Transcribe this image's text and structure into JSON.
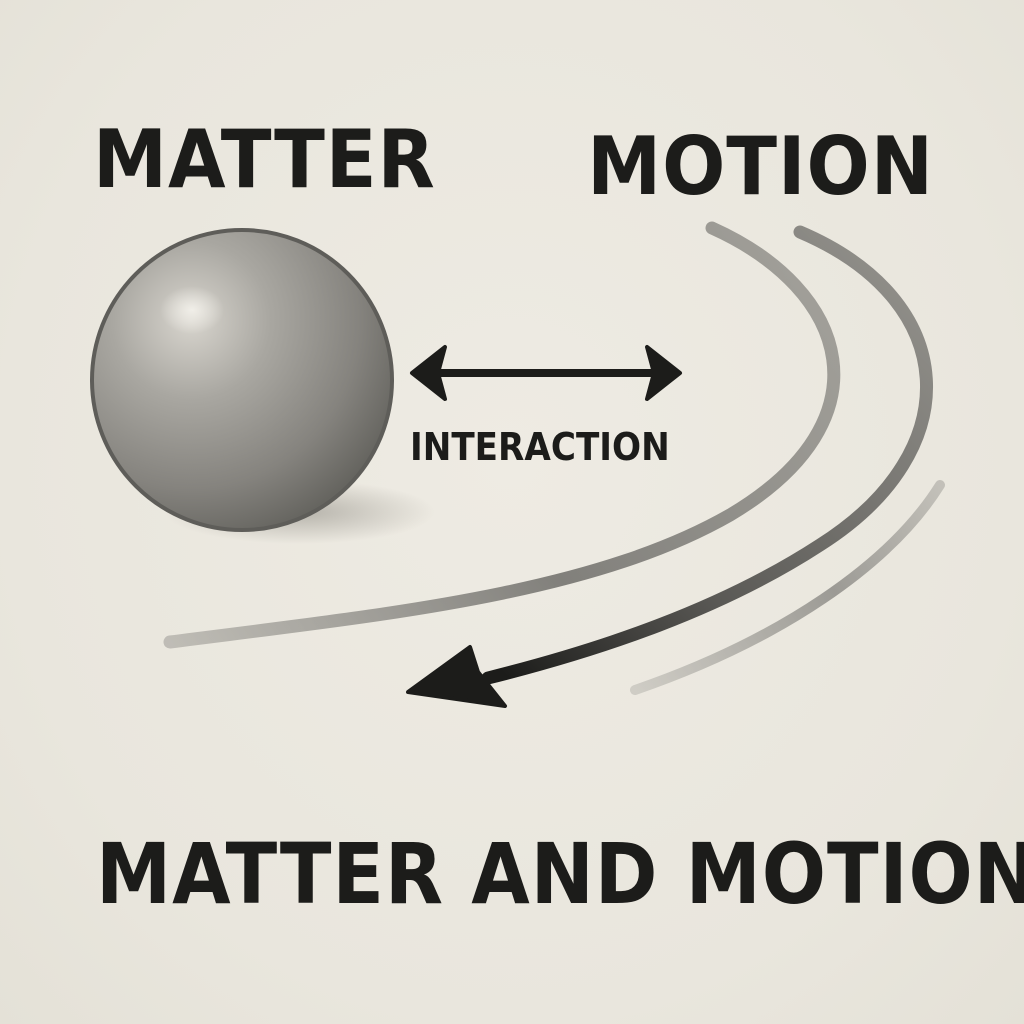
{
  "labels": {
    "matter": "MATTER",
    "motion": "MOTION",
    "interaction": "INTERACTION",
    "caption": "MATTER AND MOTION"
  },
  "colors": {
    "background": "#ebe8df",
    "ink": "#1c1c1a",
    "sphere": "#8e8c88",
    "motion_trail": "#6e6d69"
  },
  "icons": {
    "sphere": "sphere-icon",
    "double_arrow": "double-arrow-icon",
    "motion_arrow": "curved-arrow-icon"
  }
}
